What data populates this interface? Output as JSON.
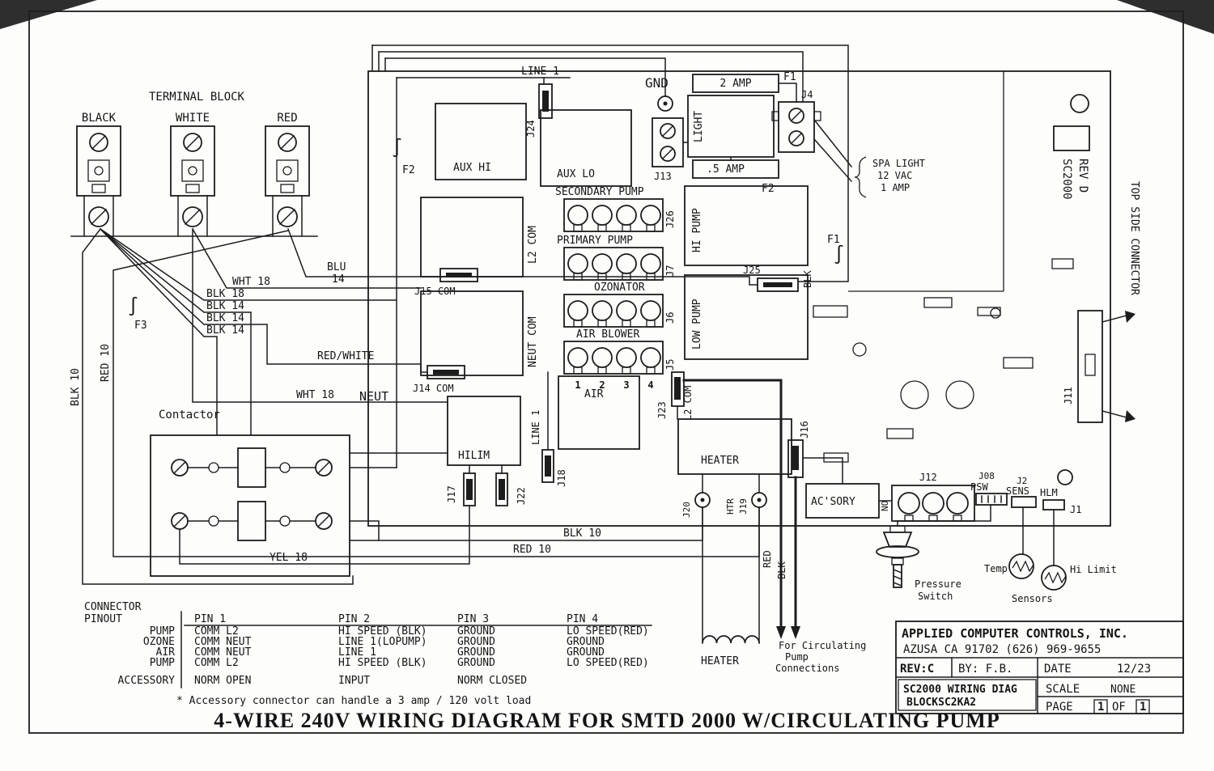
{
  "main_title": "4-WIRE 240V WIRING DIAGRAM FOR SMTD 2000 W/CIRCULATING PUMP",
  "terminal_block": {
    "heading": "TERMINAL BLOCK",
    "terminals": [
      "BLACK",
      "WHITE",
      "RED"
    ]
  },
  "wires": {
    "blu": "BLU",
    "blu_gauge": "14",
    "wht18_top": "WHT 18",
    "blk18": "BLK 18",
    "blk14_a": "BLK 14",
    "blk14_b": "BLK 14",
    "blk14_c": "BLK 14",
    "f3": "F3",
    "fuse_glyph": "∫",
    "red_white": "RED/WHITE",
    "wht18_mid": "WHT 18",
    "neut": "NEUT",
    "blk10_left": "BLK 10",
    "red10_left": "RED 10",
    "blk10_run": "BLK 10",
    "red10_run": "RED 10",
    "yel18": "YEL 18",
    "red_drop": "RED",
    "blk_drop": "BLK",
    "circulating_line1": "For Circulating",
    "circulating_line2": "Pump",
    "circulating_line3": "Connections"
  },
  "components": {
    "line1_top": "LINE 1",
    "j24": "J24",
    "f2_left": "F2",
    "gnd": "GND",
    "amp2": "2 AMP",
    "f1_top": "F1",
    "j4": "J4",
    "light": "LIGHT",
    "j13": "J13",
    "amp_half": ".5 AMP",
    "f2_right": "F2",
    "spa_light1": "SPA LIGHT",
    "spa_light2": "12 VAC",
    "spa_light3": "1 AMP",
    "aux_hi": "AUX HI",
    "aux_lo": "AUX LO",
    "secondary_pump": "SECONDARY PUMP",
    "j26": "J26",
    "primary_pump": "PRIMARY PUMP",
    "j7": "J7",
    "ozonator": "OZONATOR",
    "j6": "J6",
    "air_blower": "AIR BLOWER",
    "j5": "J5",
    "pin1": "1",
    "pin2": "2",
    "pin3": "3",
    "pin4": "4",
    "l2_com": "L2 COM",
    "j15_com": "J15 COM",
    "neut_com": "NEUT COM",
    "j14_com": "J14 COM",
    "hi_pump": "HI PUMP",
    "low_pump": "LOW PUMP",
    "j25": "J25",
    "blk_j25": "BLK",
    "f1_mid": "F1",
    "contactor": "Contactor",
    "hilim": "HILIM",
    "line1_vert": "LINE 1",
    "j17": "J17",
    "j22": "J22",
    "j18": "J18",
    "air": "AIR",
    "j23": "J23",
    "l2_com_vert": "L2 COM",
    "heater": "HEATER",
    "j16": "J16",
    "j20": "J20",
    "htr": "HTR",
    "j19": "J19",
    "acsory": "AC'SORY",
    "no": "NO",
    "j12": "J12",
    "psw": "PSW",
    "j08": "J08",
    "sens": "SENS",
    "j2": "J2",
    "hlm": "HLM",
    "j1": "J1",
    "sc2000": "SC2000",
    "rev_d": "REV D",
    "top_side": "TOP SIDE CONNECTOR",
    "j11": "J11",
    "heater_coil": "HEATER",
    "pressure1": "Pressure",
    "pressure2": "Switch",
    "temp": "Temp",
    "hi_limit": "Hi Limit",
    "sensors": "Sensors"
  },
  "pinout": {
    "heading1": "CONNECTOR",
    "heading2": "PINOUT",
    "columns": [
      "PIN 1",
      "PIN 2",
      "PIN 3",
      "PIN 4"
    ],
    "rows": [
      {
        "name": "PUMP",
        "cells": [
          "COMM L2",
          "HI SPEED (BLK)",
          "GROUND",
          "LO SPEED(RED)"
        ]
      },
      {
        "name": "OZONE",
        "cells": [
          "COMM NEUT",
          "LINE 1(LOPUMP)",
          "GROUND",
          "GROUND"
        ]
      },
      {
        "name": "AIR",
        "cells": [
          "COMM NEUT",
          "LINE 1",
          "GROUND",
          "GROUND"
        ]
      },
      {
        "name": "PUMP",
        "cells": [
          "COMM L2",
          "HI SPEED (BLK)",
          "GROUND",
          "LO SPEED(RED)"
        ]
      },
      {
        "name": "ACCESSORY",
        "cells": [
          "NORM OPEN",
          "INPUT",
          "NORM CLOSED",
          ""
        ]
      }
    ],
    "footnote": "* Accessory connector can handle a 3 amp / 120 volt load"
  },
  "title_block": {
    "company": "APPLIED COMPUTER CONTROLS, INC.",
    "address": "AZUSA CA 91702 (626) 969-9655",
    "rev": "REV:C",
    "by": "BY: F.B.",
    "date_label": "DATE",
    "date_value": "12/23",
    "doc_line1": "SC2000 WIRING DIAG",
    "doc_line2": "BLOCKSC2KA2",
    "scale_label": "SCALE",
    "scale_value": "NONE",
    "page_label": "PAGE",
    "page_value": "1",
    "of_label": "OF",
    "of_value": "1"
  }
}
